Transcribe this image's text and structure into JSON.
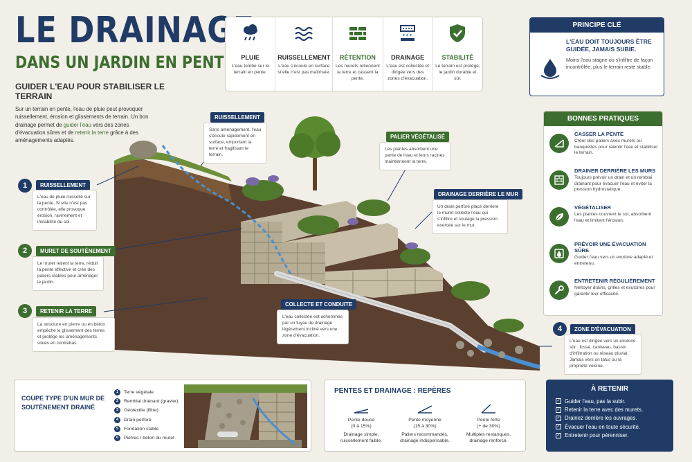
{
  "title": {
    "main": "LE DRAINAGE",
    "sub": "DANS UN JARDIN EN PENTE",
    "tagline": "GUIDER L'EAU POUR STABILISER LE TERRAIN"
  },
  "stages": [
    {
      "icon": "rain-cloud-icon",
      "title": "PLUIE",
      "desc": "L'eau tombe sur le terrain en pente."
    },
    {
      "icon": "waves-icon",
      "title": "RUISSELLEMENT",
      "desc": "L'eau s'écoule en surface si elle n'est pas maîtrisée."
    },
    {
      "icon": "bricks-icon",
      "title": "RÉTENTION",
      "desc": "Les murets retiennent la terre et cassent la pente."
    },
    {
      "icon": "drain-icon",
      "title": "DRAINAGE",
      "desc": "L'eau est collectée et dirigée vers des zones d'évacuation."
    },
    {
      "icon": "shield-check-icon",
      "title": "STABILITÉ",
      "desc": "Le terrain est protégé, le jardin durable et sûr."
    }
  ],
  "principe": {
    "header": "PRINCIPE CLÉ",
    "quote": "L'EAU DOIT TOUJOURS ÊTRE GUIDÉE, JAMAIS SUBIE.",
    "desc": "Moins l'eau stagne ou s'infiltre de façon incontrôlée, plus le terrain reste stable."
  },
  "intro": {
    "part1": "Sur un terrain en pente, l'eau de pluie peut provoquer ruissellement, érosion et glissements de terrain. Un bon drainage permet de ",
    "hl1": "guider l'eau",
    "part2": " vers des zones d'évacuation sûres et de ",
    "hl2": "retenir la terre",
    "part3": " grâce à des aménagements adaptés."
  },
  "callouts": {
    "c1": {
      "num": "1",
      "label": "RUISSELLEMENT",
      "desc": "L'eau de pluie ruisselle sur la pente. Si elle n'est pas contrôlée, elle provoque érosion, ravinement et instabilité du sol."
    },
    "c2": {
      "num": "2",
      "label": "MURET DE SOUTÈNEMENT",
      "desc": "Le muret retient la terre, réduit la pente effective et crée des paliers stables pour aménager le jardin."
    },
    "c3": {
      "num": "3",
      "label": "RETENIR LA TERRE",
      "desc": "La structure en pierre ou en béton empêche le glissement des terres et protège les aménagements situés en contrebas."
    },
    "c4": {
      "num": "4",
      "label": "ZONE D'ÉVACUATION",
      "desc": "L'eau est dirigée vers un exutoire sûr : fossé, caniveau, bassin d'infiltration ou réseau pluvial. Jamais vers un talus ou la propriété voisine."
    },
    "ruissellement_top": {
      "label": "RUISSELLEMENT",
      "desc": "Sans aménagement, l'eau s'écoule rapidement en surface, emportant la terre et fragilisant le terrain."
    },
    "palier": {
      "label": "PALIER VÉGÉTALISÉ",
      "desc": "Les plantes absorbent une partie de l'eau et leurs racines maintiennent la terre."
    },
    "drainage_mur": {
      "label": "DRAINAGE DERRIÈRE LE MUR",
      "desc": "Un drain perforé placé derrière le muret collecte l'eau qui s'infiltre et soulage la pression exercée sur le mur."
    },
    "collecte": {
      "label": "COLLECTE ET CONDUITE",
      "desc": "L'eau collectée est acheminée par un tuyau de drainage légèrement incliné vers une zone d'évacuation."
    }
  },
  "bonnes_pratiques": {
    "header": "BONNES PRATIQUES",
    "items": [
      {
        "icon": "slope-icon",
        "title": "CASSER LA PENTE",
        "desc": "Créer des paliers avec murets ou banquettes pour ralentir l'eau et stabiliser le terrain."
      },
      {
        "icon": "wall-drain-icon",
        "title": "DRAINER DERRIÈRE LES MURS",
        "desc": "Toujours prévoir un drain et un remblai drainant pour évacuer l'eau et éviter la pression hydrostatique."
      },
      {
        "icon": "leaf-icon",
        "title": "VÉGÉTALISER",
        "desc": "Les plantes couvrent le sol, absorbent l'eau et limitent l'érosion."
      },
      {
        "icon": "outlet-icon",
        "title": "PRÉVOIR UNE ÉVACUATION SÛRE",
        "desc": "Guider l'eau vers un exutoire adapté et entretenu."
      },
      {
        "icon": "wrench-icon",
        "title": "ENTRETENIR RÉGULIÈREMENT",
        "desc": "Nettoyer drains, grilles et exutoires pour garantir leur efficacité."
      }
    ]
  },
  "coupe": {
    "title": "COUPE TYPE D'UN MUR DE SOUTÈNEMENT DRAINÉ",
    "items": [
      "Terre végétale",
      "Remblai drainant (gravier)",
      "Géotextile (filtre)",
      "Drain perforé",
      "Fondation stable",
      "Pierres / béton du muret"
    ]
  },
  "pentes": {
    "title": "PENTES ET DRAINAGE : REPÈRES",
    "cols": [
      {
        "name": "Pente douce",
        "range": "(0 à 15%)",
        "desc": "Drainage simple, ruissellement faible."
      },
      {
        "name": "Pente moyenne",
        "range": "(15 à 30%)",
        "desc": "Paliers recommandés, drainage indispensable."
      },
      {
        "name": "Pente forte",
        "range": "(+ de 30%)",
        "desc": "Multiples restanques, drainage renforcé."
      }
    ]
  },
  "retenir": {
    "title": "À RETENIR",
    "items": [
      "Guider l'eau, pas la subir.",
      "Retenir la terre avec des murets.",
      "Drainez derrière les ouvrages.",
      "Évacuer l'eau en toute sécurité.",
      "Entretenir pour pérenniser."
    ]
  },
  "colors": {
    "navy": "#1f3b66",
    "green": "#3c6e2f",
    "background": "#f2efe8",
    "soil": "#5b4030",
    "water": "#4a8fd0"
  }
}
